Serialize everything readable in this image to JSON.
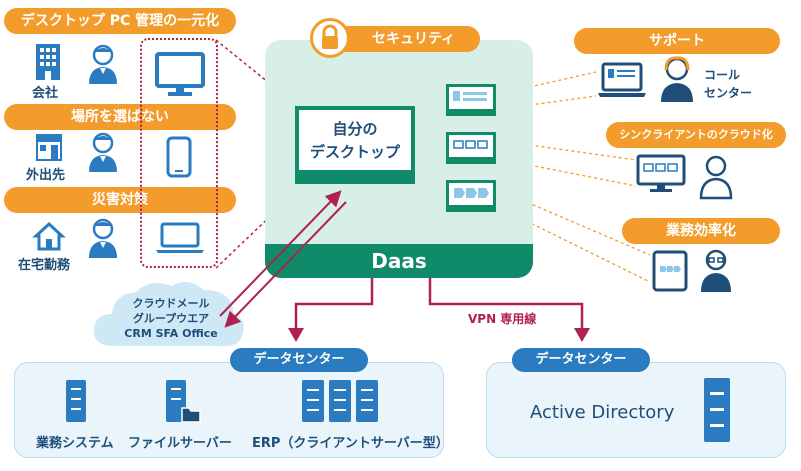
{
  "left": {
    "section1": {
      "title": "デスクトップ PC 管理の一元化",
      "caption": "会社"
    },
    "section2": {
      "title": "場所を選ばない",
      "caption": "外出先"
    },
    "section3": {
      "title": "災害対策",
      "caption": "在宅勤務"
    }
  },
  "center": {
    "security_label": "セキュリティ",
    "desktop_line1": "自分の",
    "desktop_line2": "デスクトップ",
    "daas_label": "Daas"
  },
  "cloud": {
    "line1": "クラウドメール",
    "line2": "グループウエア",
    "line3": "CRM SFA Office"
  },
  "right": {
    "support": {
      "title": "サポート",
      "caption_line1": "コール",
      "caption_line2": "センター"
    },
    "thin_client": {
      "title": "シンクライアントのクラウド化"
    },
    "efficiency": {
      "title": "業務効率化"
    }
  },
  "vpn_label": "VPN 専用線",
  "datacenter_left": {
    "title": "データセンター",
    "items": [
      "業務システム",
      "ファイルサーバー",
      "ERP（クライアントサーバー型）"
    ]
  },
  "datacenter_right": {
    "title": "データセンター",
    "item": "Active Directory"
  },
  "colors": {
    "orange": "#f39c2b",
    "teal_bg": "#d8efe8",
    "teal_dark": "#0f8b6a",
    "navy": "#1f4e79",
    "crimson": "#b0214f",
    "datacenter_bg": "#eaf4fb",
    "blue": "#2a7bbf"
  }
}
